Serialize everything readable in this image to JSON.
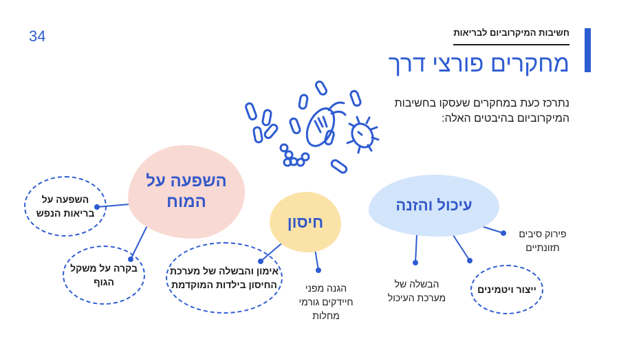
{
  "page_number": "34",
  "header": {
    "subtitle": "חשיבות המיקרוביום לבריאות",
    "title": "מחקרים פורצי דרך",
    "intro": "נתרכז כעת במחקרים שעסקו בחשיבות המיקרוביום בהיבטים האלה:"
  },
  "topics": {
    "brain": "השפעה על המוח",
    "immune": "חיסון",
    "digestion": "עיכול והזנה"
  },
  "subtopics": {
    "mental_health": "השפעה על בריאות הנפש",
    "weight": "בקרה על משקל הגוף",
    "immune_training": "אימון והבשלה של מערכת החיסון בילדות המוקדמת",
    "pathogens": "הגנה מפני חיידקים גורמי מחלות",
    "digestive_maturation": "הבשלה של מערכת העיכול",
    "fiber": "פירוק סיבים תזונתיים",
    "vitamins": "ייצור ויטמינים"
  },
  "colors": {
    "accent": "#2d5bd1",
    "brain_blob": "#f9d9d3",
    "immune_blob": "#fbe3a8",
    "digest_blob": "#d3e5fb"
  },
  "icons": [
    "bacteria-illustration"
  ]
}
